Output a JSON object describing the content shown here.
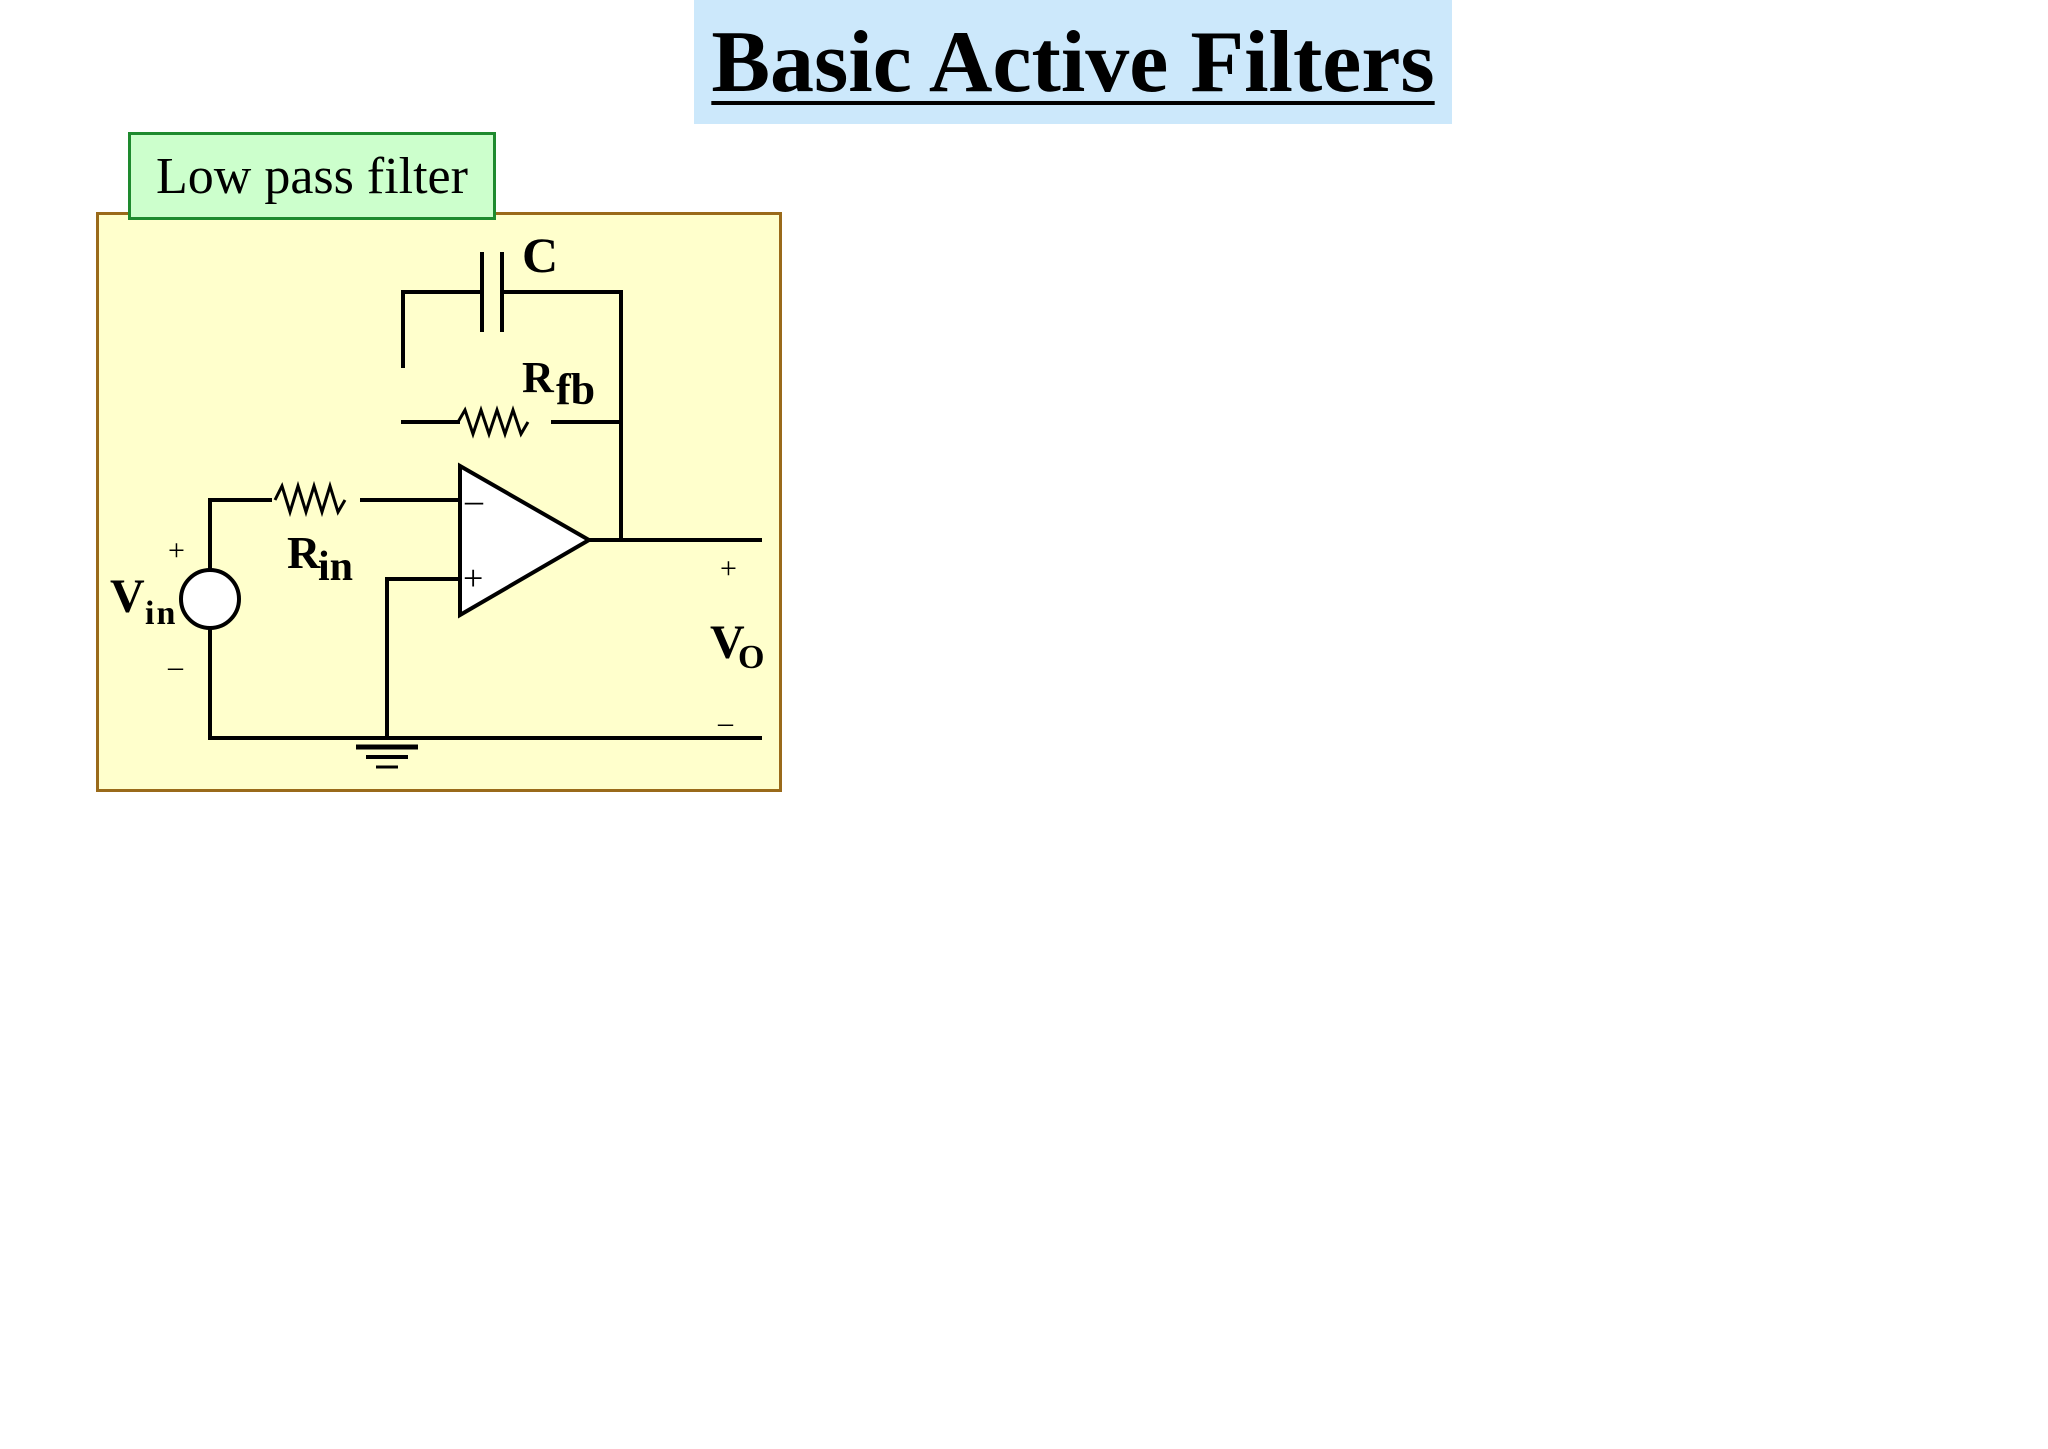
{
  "title": "Basic Active Filters",
  "filter_label": "Low pass filter",
  "circuit": {
    "capacitor_label": "C",
    "rfb_label_main": "R",
    "rfb_label_sub": "fb",
    "rin_label_main": "R",
    "rin_label_sub": "in",
    "vin_label_main": "V",
    "vin_label_sub": "in",
    "vin_plus": "+",
    "vin_minus": "–",
    "vo_label_main": "V",
    "vo_label_sub": "O",
    "vo_plus": "+",
    "vo_minus": "–",
    "opamp_inverting": "–",
    "opamp_noninverting": "+"
  }
}
